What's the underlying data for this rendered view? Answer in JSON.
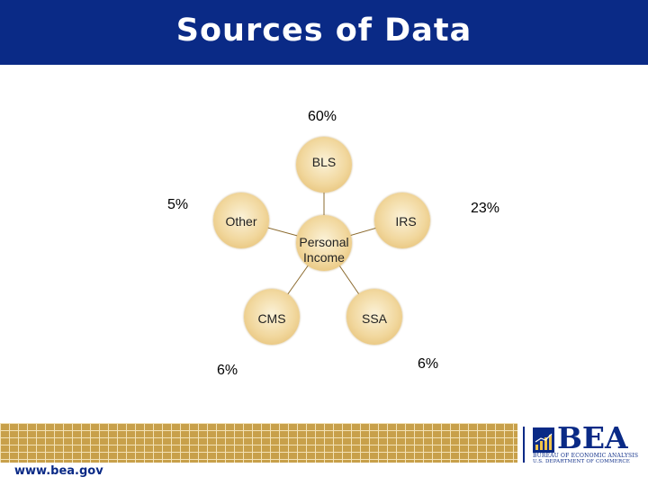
{
  "header": {
    "title": "Sources of Data"
  },
  "diagram": {
    "center": {
      "label": "Personal\nIncome"
    },
    "nodes": [
      {
        "label": "BLS",
        "percent": "60%"
      },
      {
        "label": "IRS",
        "percent": "23%"
      },
      {
        "label": "SSA",
        "percent": "6%"
      },
      {
        "label": "CMS",
        "percent": "6%"
      },
      {
        "label": "Other",
        "percent": "5%"
      }
    ]
  },
  "footer": {
    "url": "www.bea.gov",
    "logo": {
      "name": "BEA",
      "line1": "BUREAU OF ECONOMIC ANALYSIS",
      "line2": "U.S. DEPARTMENT OF COMMERCE"
    }
  },
  "colors": {
    "brand_blue": "#0a2a86",
    "node_fill": "#f1d79d",
    "connector": "#8b6a2e"
  }
}
